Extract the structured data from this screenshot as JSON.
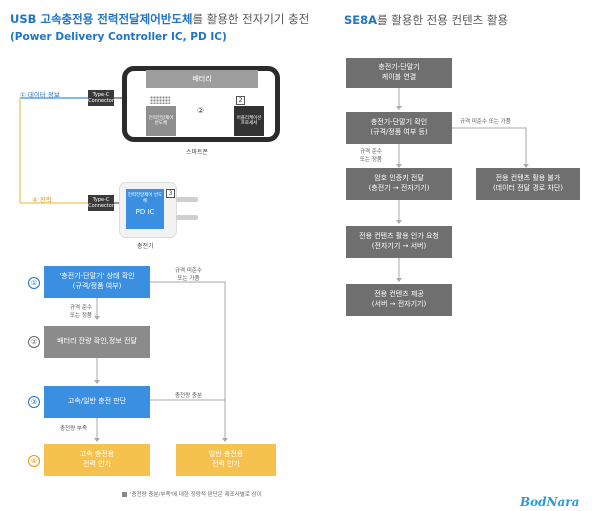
{
  "header": {
    "left_title_bold": "USB 고속충전용 전력전달제어반도체",
    "left_title_rest": "를 활용한 전자기기 충전",
    "left_subtitle": "(Power Delivery Controller IC, PD IC)",
    "right_title_bold": "SE8A",
    "right_title_rest": "를 활용한 전용 컨텐츠 활용"
  },
  "device_diagram": {
    "battery_label": "배터리",
    "chip_left_label": "전력전달제어 반도체",
    "chip_right_label": "어플리케이션 프로세서",
    "num_2": "2",
    "num_3": "3",
    "connector_label": "Type-C Connector",
    "smartphone_label": "스마트폰",
    "data_info_num": "①",
    "data_info_label": "데이터 정보",
    "power_num": "④",
    "power_label": "전력",
    "circle_2": "②",
    "pdic_label_small": "전력전달제어 반도체",
    "pdic_label_big": "PD IC",
    "charger_label": "충전기",
    "colors": {
      "blue": "#3b8fe0",
      "orange": "#f5c24e",
      "gray": "#8b8b8b",
      "dark": "#2b2b2b"
    }
  },
  "left_flow": {
    "steps": [
      {
        "num": "①",
        "text1": "'충전기-단말기' 상태 확인",
        "text2": "(규격/정품 여부)"
      },
      {
        "num": "②",
        "text1": "배터리 잔량 확인,정보 전달",
        "text2": ""
      },
      {
        "num": "③",
        "text1": "고속/일반 충전 판단",
        "text2": ""
      },
      {
        "num": "④",
        "text1": "고속 충전용",
        "text2": "전력 인가"
      }
    ],
    "alt_box": {
      "text1": "일반 충전용",
      "text2": "전력 인가"
    },
    "label_ok1": "규격 준수",
    "label_ok2": "또는 정품",
    "label_no1": "규격 미준수",
    "label_no2": "또는 가품",
    "label_enough": "충전량 충분",
    "label_short": "충전량 부족",
    "note": "'충전량 충분/부족'에 대한 정량적 판단은 제조사별로 상이"
  },
  "right_flow": {
    "steps": [
      {
        "text1": "충전기-단말기",
        "text2": "케이블 연결"
      },
      {
        "text1": "충전기-단말기 확인",
        "text2": "(규격/정품 여부 등)"
      },
      {
        "text1": "암호 인증키 전달",
        "text2": "(충전기 → 전자기기)"
      },
      {
        "text1": "전용 컨텐츠 활용 인가 요청",
        "text2": "(전자기기 → 서버)"
      },
      {
        "text1": "전용 컨텐츠 제공",
        "text2": "(서버 → 전자기기)"
      }
    ],
    "deny_box": {
      "text1": "전용 컨텐츠 활용 불가",
      "text2": "(데이터 전달 경로 차단)"
    },
    "label_no": "규격 미준수 또는 가품",
    "label_ok1": "규격 준수",
    "label_ok2": "또는 정품"
  },
  "logo": "BodNara"
}
